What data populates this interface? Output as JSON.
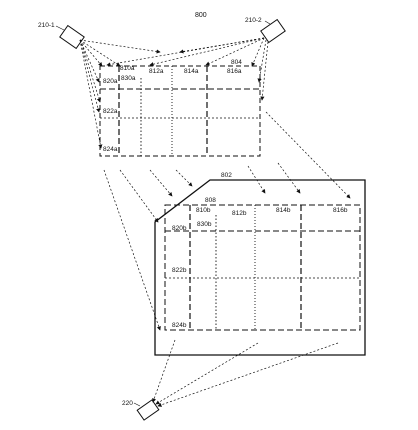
{
  "figure": {
    "number": "800",
    "boundary_label": "802",
    "plane_label": "804",
    "plane_label_2": "808",
    "camera_top_left": "210-1",
    "camera_top_right": "210-2",
    "camera_bottom": "220",
    "upper_grid": {
      "col_labels": [
        "810a",
        "812a",
        "814a",
        "816a"
      ],
      "row_labels": [
        "820a",
        "822a",
        "824a"
      ],
      "inner_label": "830a"
    },
    "lower_grid": {
      "col_labels": [
        "810b",
        "812b",
        "814b",
        "816b"
      ],
      "row_labels": [
        "820b",
        "822b",
        "824b"
      ],
      "inner_label": "830b"
    }
  }
}
